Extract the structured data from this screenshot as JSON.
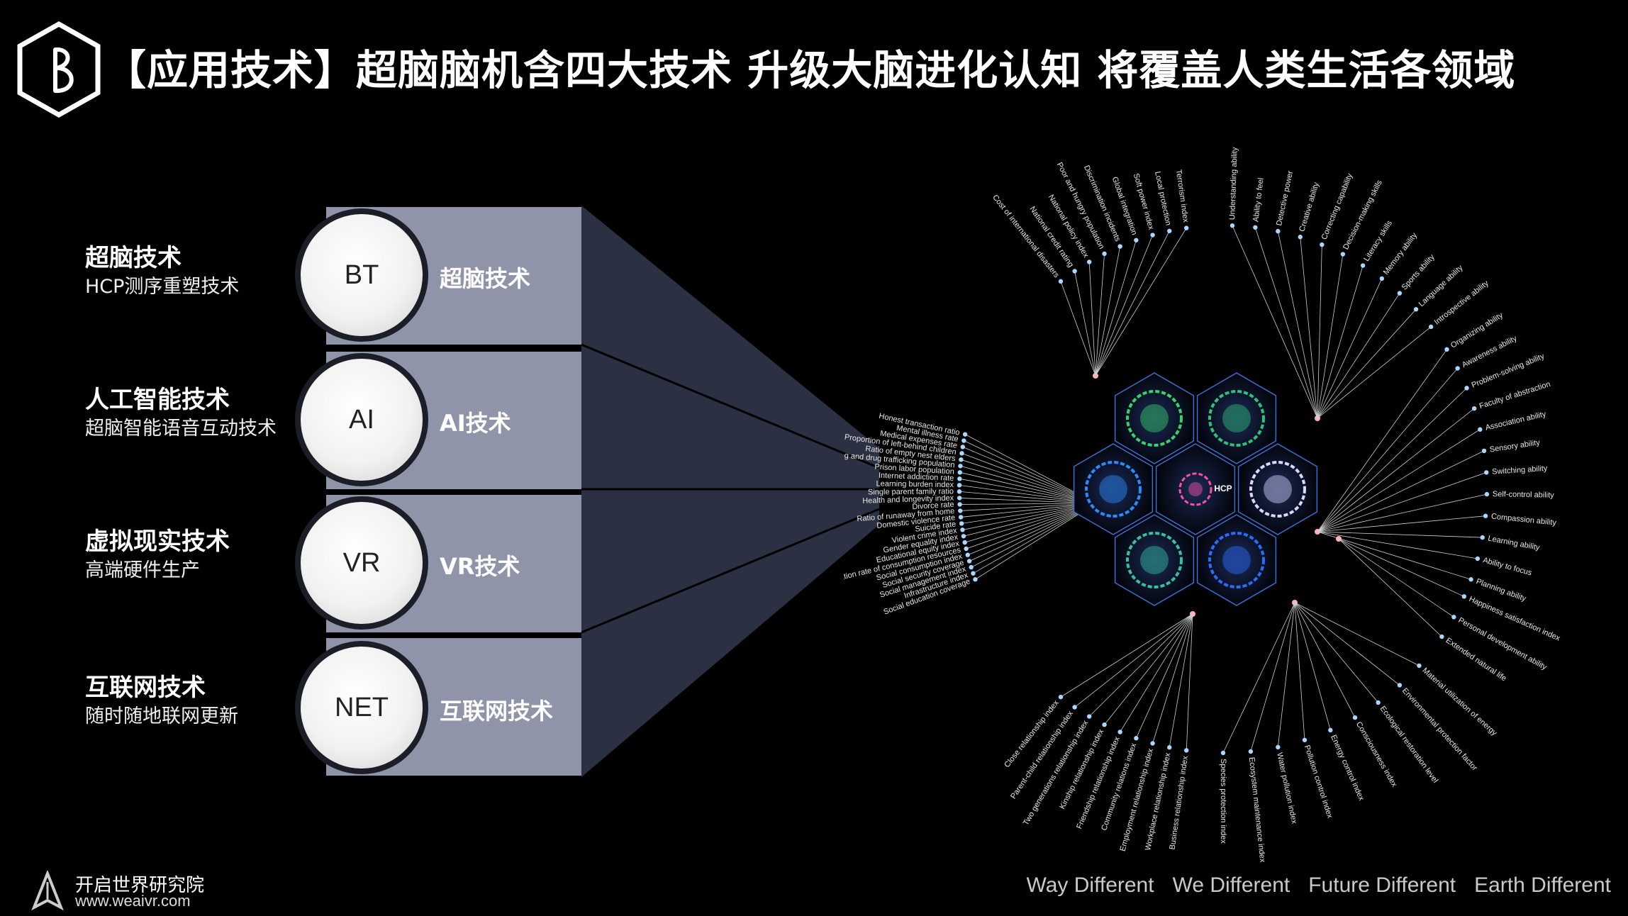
{
  "title": "【应用技术】超脑脑机含四大技术 升级大脑进化认知 将覆盖人类生活各领域",
  "logo": {
    "icon": "hexagon-b-logo"
  },
  "technologies": [
    {
      "heading": "超脑技术",
      "sub": "HCP测序重塑技术",
      "badge": "BT",
      "panel": "超脑技术"
    },
    {
      "heading": "人工智能技术",
      "sub": "超脑智能语音互动技术",
      "badge": "AI",
      "panel": "AI技术"
    },
    {
      "heading": "虚拟现实技术",
      "sub": "高端硬件生产",
      "badge": "VR",
      "panel": "VR技术"
    },
    {
      "heading": "互联网技术",
      "sub": "随时随地联网更新",
      "badge": "NET",
      "panel": "互联网技术"
    }
  ],
  "diagram": {
    "center_label": "HCP",
    "clusters": [
      {
        "labels": [
          "Cost of international disasters",
          "National credit rating",
          "National policy index",
          "Poor and hungry population",
          "Discrimination incidents",
          "Global integration",
          "Soft power index",
          "Local protection",
          "Terrorism index"
        ]
      },
      {
        "labels": [
          "Understanding ability",
          "Ability to feel",
          "Detective power",
          "Creative ability",
          "Correcting capability",
          "Decision-making skills",
          "Literacy skills",
          "Memory ability",
          "Sports ability",
          "Language ability",
          "Introspective ability"
        ]
      },
      {
        "labels": [
          "Honest transaction ratio",
          "Mental illness rate",
          "Medical expenses rate",
          "Proportion of left-behind children",
          "Ratio of empty nest elders",
          "Drug and drug trafficking population",
          "Prison labor population",
          "Internet addiction rate",
          "Learning burden index",
          "Single parent family ratio",
          "Health and longevity index",
          "Divorce rate",
          "Ratio of runaway from home",
          "Domestic violence rate",
          "Suicide rate",
          "Violent crime index",
          "Gender equality index",
          "Educational equity index",
          "Utilization rate of consumption resources",
          "Social consumption index",
          "Social security coverage",
          "Social management index",
          "Infrastructure index",
          "Social education coverage"
        ]
      },
      {
        "labels": [
          "Organizing ability",
          "Awareness ability",
          "Problem-solving ability",
          "Faculty of abstraction",
          "Association ability",
          "Sensory ability",
          "Switching ability",
          "Self-control ability",
          "Compassion ability",
          "Learning ability",
          "Ability to focus",
          "Planning ability"
        ]
      },
      {
        "labels": [
          "Happiness satisfaction index",
          "Personal development ability",
          "Extended natural life"
        ]
      },
      {
        "labels": [
          "Business relationship index",
          "Workplace relationship index",
          "Employment relationship index",
          "Community relations index",
          "Friendship relationship index",
          "Kinship relationship index",
          "Two generations relationship index",
          "Parent-child relationship index",
          "Close relationship index"
        ]
      },
      {
        "labels": [
          "Material utilization of energy",
          "Environmental protection factor",
          "Ecological restoration level",
          "Consciousness index",
          "Energy control index",
          "Pollution control index",
          "Water pollution index",
          "Ecosystem maintenance index",
          "Species protection index"
        ]
      }
    ]
  },
  "footer": {
    "org": "开启世界研究院",
    "url": "www.weaivr.com",
    "slogans": [
      "Way Different",
      "We Different",
      "Future Different",
      "Earth Different"
    ]
  },
  "colors": {
    "background": "#000000",
    "panel": "#8f94a8",
    "funnel": "#2b3142",
    "node": "#a8d8ff"
  }
}
